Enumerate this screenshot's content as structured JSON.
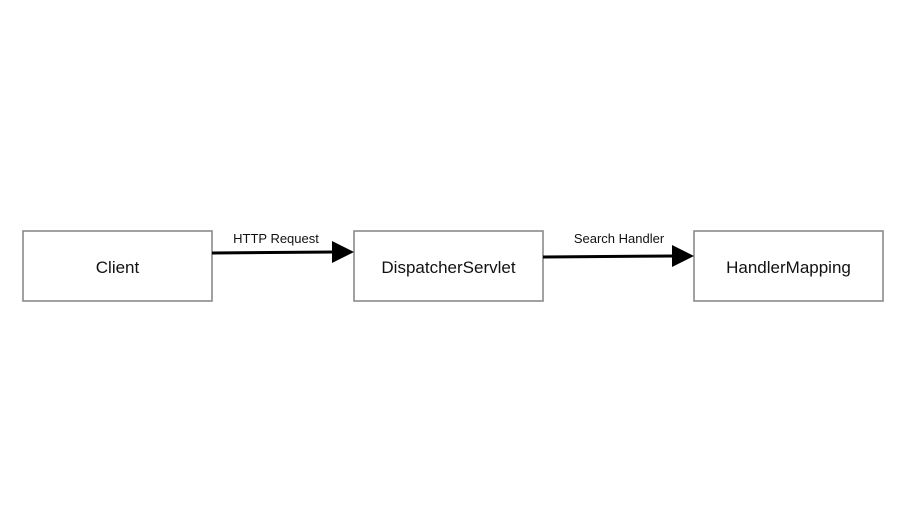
{
  "nodes": [
    {
      "id": "client",
      "label": "Client"
    },
    {
      "id": "dispatcher",
      "label": "DispatcherServlet"
    },
    {
      "id": "handler-mapping",
      "label": "HandlerMapping"
    }
  ],
  "edges": [
    {
      "from": "client",
      "to": "dispatcher",
      "label": "HTTP Request"
    },
    {
      "from": "dispatcher",
      "to": "handler-mapping",
      "label": "Search Handler"
    }
  ],
  "colors": {
    "box_border": "#8a8a8a",
    "arrow": "#000000",
    "text": "#111111",
    "background": "#ffffff"
  }
}
